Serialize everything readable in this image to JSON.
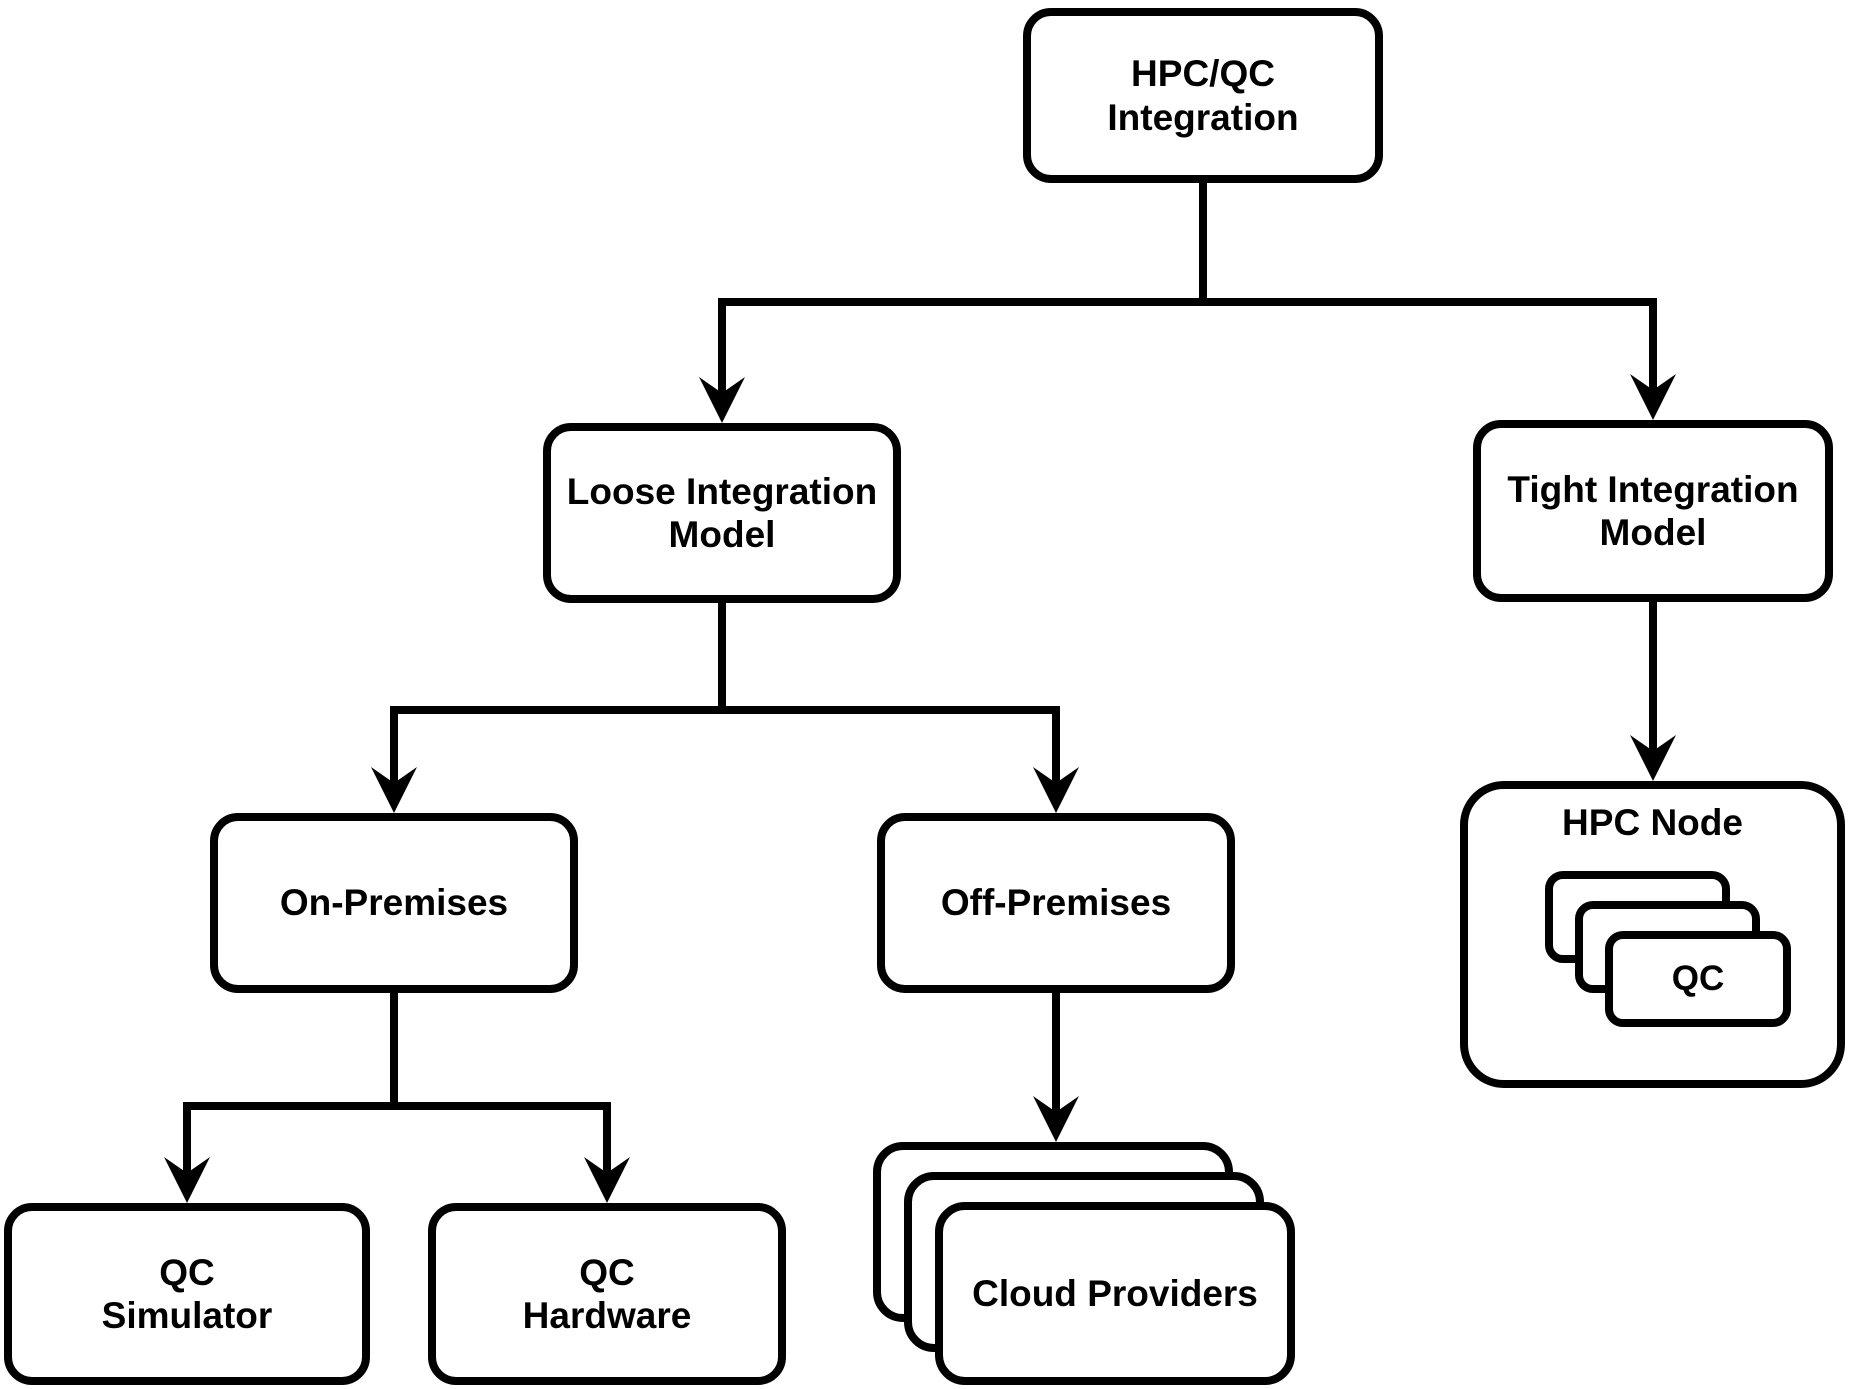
{
  "diagram": {
    "colors": {
      "stroke": "#000000",
      "fill": "#ffffff",
      "text": "#000000"
    },
    "nodes": {
      "root": {
        "label": "HPC/QC Integration"
      },
      "loose": {
        "label": "Loose Integration\nModel"
      },
      "tight": {
        "label": "Tight Integration\nModel"
      },
      "on_premises": {
        "label": "On-Premises"
      },
      "off_premises": {
        "label": "Off-Premises"
      },
      "qc_simulator": {
        "label": "QC\nSimulator"
      },
      "qc_hardware": {
        "label": "QC\nHardware"
      },
      "cloud_providers": {
        "label": "Cloud Providers"
      },
      "hpc_node": {
        "label": "HPC Node",
        "inner_card_label": "QC"
      }
    },
    "edges": [
      {
        "from": "HPC/QC Integration",
        "to": "Loose Integration Model"
      },
      {
        "from": "HPC/QC Integration",
        "to": "Tight Integration Model"
      },
      {
        "from": "Loose Integration Model",
        "to": "On-Premises"
      },
      {
        "from": "Loose Integration Model",
        "to": "Off-Premises"
      },
      {
        "from": "On-Premises",
        "to": "QC Simulator"
      },
      {
        "from": "On-Premises",
        "to": "QC Hardware"
      },
      {
        "from": "Off-Premises",
        "to": "Cloud Providers"
      },
      {
        "from": "Tight Integration Model",
        "to": "HPC Node"
      }
    ]
  }
}
